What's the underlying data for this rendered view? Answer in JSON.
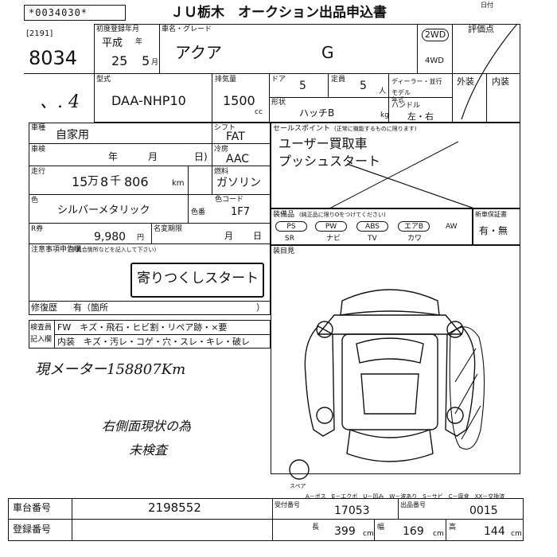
{
  "header": {
    "doc_no": "*0034030*",
    "title": "ＪＵ栃木　オークション出品申込書",
    "corner": "日付"
  },
  "entry": {
    "id": "[2191]",
    "lot": "8034",
    "hand_note": "、. 4"
  },
  "reg": {
    "label": "初度登録年月",
    "era": "平成",
    "year_label": "年",
    "year": "25",
    "month": "5",
    "month_label": "月"
  },
  "model": {
    "label": "車名・グレード",
    "name": "アクア",
    "grade": "G"
  },
  "drive": {
    "two": "2WD",
    "four": "4WD"
  },
  "detail_points": {
    "label": "評価点",
    "exterior": "外装",
    "interior": "内装"
  },
  "type": {
    "label": "型式",
    "value": "DAA-NHP10"
  },
  "displacement": {
    "label": "排気量",
    "value": "1500",
    "unit": "cc"
  },
  "doors": {
    "label": "ドア",
    "value": "5"
  },
  "capacity": {
    "label": "定員",
    "value": "5",
    "unit": "人"
  },
  "dealer_label": "ディーラー・並行",
  "model_year_label": "モデル年式",
  "shape": {
    "label": "形状",
    "value": "ハッチB"
  },
  "handle": {
    "label": "ハンドル",
    "unit": "kg",
    "options": "左・右"
  },
  "usage": {
    "label": "車種",
    "value": "自家用"
  },
  "shift": {
    "label": "シフト",
    "value": "FAT"
  },
  "inspection": {
    "label": "車検",
    "year_label": "年",
    "month_label": "月",
    "day_label": "日)"
  },
  "cooling": {
    "label": "冷房",
    "value": "AAC"
  },
  "mileage": {
    "label": "走行",
    "man": "15",
    "man_unit": "万",
    "sen": "8",
    "sen_unit": "千",
    "rest": "806",
    "unit": "km"
  },
  "fuel": {
    "label": "燃料",
    "value": "ガソリン"
  },
  "color": {
    "label": "色",
    "value": "シルバーメタリック",
    "color_no_label": "色番",
    "code_label": "色コード",
    "code": "1F7"
  },
  "tax": {
    "label": "R券",
    "value": "9,980",
    "unit": "円"
  },
  "name_change": {
    "label": "名変期限",
    "month_label": "月",
    "day_label": "日"
  },
  "notes": {
    "label": "注意事項申告欄",
    "sublabel": "(不具合箇所などを記入して下さい)",
    "stamp": "寄りつくしスタート"
  },
  "repair": {
    "label": "修復歴",
    "value": "有（箇所",
    "close": "）"
  },
  "inspector": {
    "label1": "検査員",
    "label2": "記入欄"
  },
  "defects": {
    "row1": "FW　キズ・飛石・ヒビ割・リペア跡・×要",
    "row2": "内装　キズ・汚レ・コゲ・穴・スレ・キレ・破レ"
  },
  "sales_point": {
    "label": "セールスポイント",
    "sublabel": "(正常に機能するものに限ります)",
    "line1": "ユーザー買取車",
    "line2": "プッシュスタート"
  },
  "equipment": {
    "label": "装備品",
    "sublabel": "(純正品に限りOをつけてください)",
    "items": [
      "PS",
      "PW",
      "ABS",
      "エアB",
      "AW",
      "SR",
      "ナビ",
      "TV",
      "カワ"
    ],
    "sunroof_label": "新車保証書",
    "sunroof_value": "有・無"
  },
  "extra_label": "装目見",
  "handwriting": {
    "meter": "現メーター158807Km",
    "note_line1": "右側面現状の為",
    "note_line2": "未検査"
  },
  "diagram": {
    "spare_label": "スペア",
    "legend": "A－ボス　E－エクボ　U－凹み　W－波あり　S－サビ　C－腐食　XX－交換済"
  },
  "footer": {
    "chassis_label": "車台番号",
    "chassis_value": "2198552",
    "reg_label": "登録番号",
    "recv_label": "受付番号",
    "recv_value": "17053",
    "exhibit_label": "出品番号",
    "exhibit_value": "0015",
    "length_label": "長",
    "length_value": "399",
    "width_label": "幅",
    "width_value": "169",
    "height_label": "高",
    "height_value": "144",
    "cm": "cm"
  }
}
